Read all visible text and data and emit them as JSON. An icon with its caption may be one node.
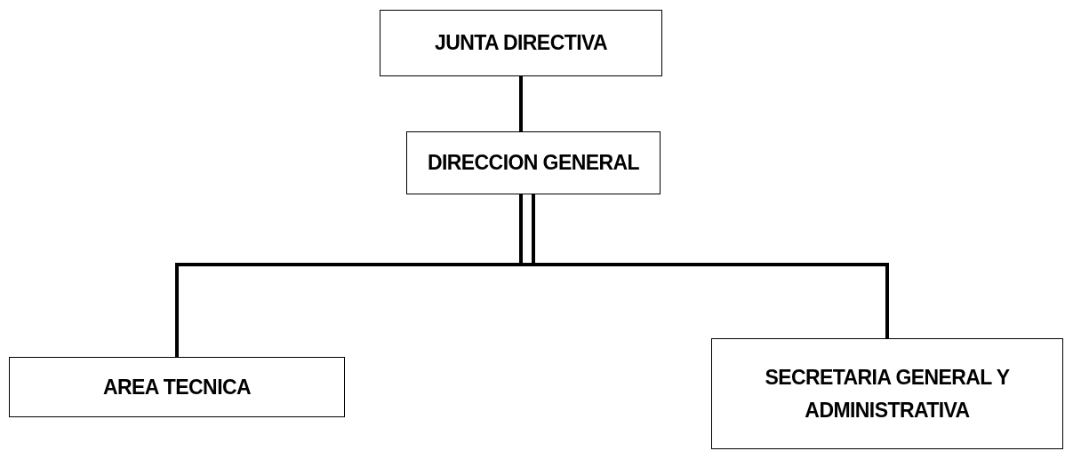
{
  "diagram": {
    "nodes": [
      {
        "text": [
          "JUNTA DIRECTIVA"
        ]
      },
      {
        "text": [
          "DIRECCION GENERAL"
        ]
      },
      {
        "text": [
          "AREA TECNICA"
        ]
      },
      {
        "text": [
          "SECRETARIA GENERAL Y ADMINISTRATIVA"
        ]
      }
    ],
    "edges": [
      {
        "from": 0,
        "to": 1,
        "arrow": "none"
      },
      {
        "from": 1,
        "to": 2,
        "arrow": "none"
      },
      {
        "from": 1,
        "to": 3,
        "arrow": "none"
      }
    ]
  }
}
